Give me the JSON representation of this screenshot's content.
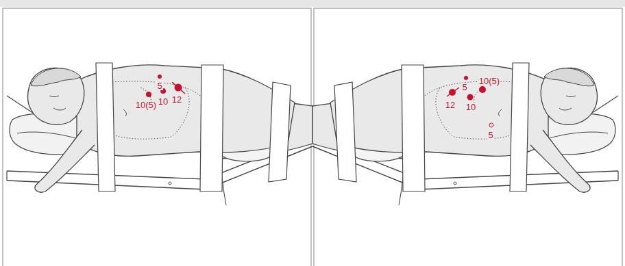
{
  "diagram": {
    "labels": [
      "5",
      "10(5)",
      "10",
      "12",
      "5",
      "10(5)",
      "12",
      "10",
      "5"
    ]
  }
}
